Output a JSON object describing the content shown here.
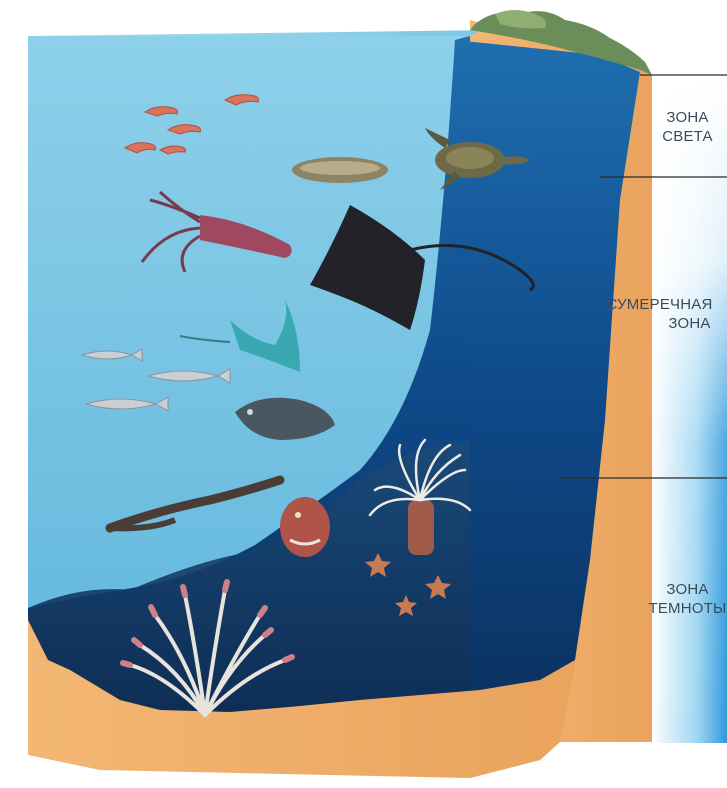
{
  "zones": {
    "light": {
      "line1": "ЗОНА",
      "line2": "СВЕТА"
    },
    "twilight": {
      "line1": "СУМЕРЕЧНАЯ",
      "line2": "ЗОНА"
    },
    "dark": {
      "line1": "ЗОНА",
      "line2": "ТЕМНОТЫ"
    }
  },
  "organisms": [
    "shrimp-group-icon",
    "squid-icon",
    "cuttlefish-icon",
    "sea-turtle-icon",
    "eagle-ray-icon",
    "manta-ray-icon",
    "fish-school-icon",
    "coelacanth-icon",
    "eel-icon",
    "anglerfish-icon",
    "sea-anemone-icon",
    "starfish-icon",
    "tube-worms-icon"
  ],
  "colors": {
    "shallow_water": "#8fd0ea",
    "deep_water": "#0f3f78",
    "sand": "#eeae6a",
    "zone_strip": "#58b8e8"
  }
}
